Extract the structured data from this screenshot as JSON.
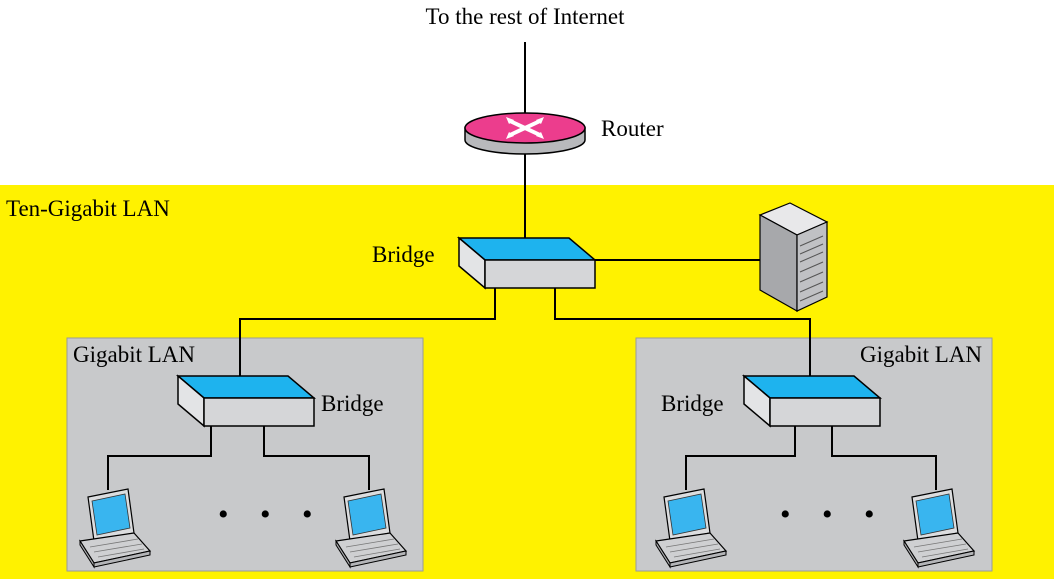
{
  "labels": {
    "internet": "To the rest of Internet",
    "router": "Router",
    "ten_gigabit_lan": "Ten-Gigabit LAN",
    "bridge_top": "Bridge",
    "gigabit_lan_left": "Gigabit LAN",
    "bridge_left": "Bridge",
    "gigabit_lan_right": "Gigabit LAN",
    "bridge_right": "Bridge",
    "ellipsis_left": "• • •",
    "ellipsis_right": "• • •"
  },
  "colors": {
    "ten_gigabit_zone": "#fff200",
    "gigabit_zone": "#c8c9cb",
    "router": "#ec3d8d",
    "bridge_top_face": "#1eb3ee",
    "bridge_body": "#d5d6d8",
    "laptop_screen": "#39b5ef",
    "server_body": "#c0c1c4"
  },
  "icons": {
    "router": "router-icon",
    "bridge": "bridge-icon",
    "server": "server-icon",
    "laptop": "laptop-icon"
  }
}
